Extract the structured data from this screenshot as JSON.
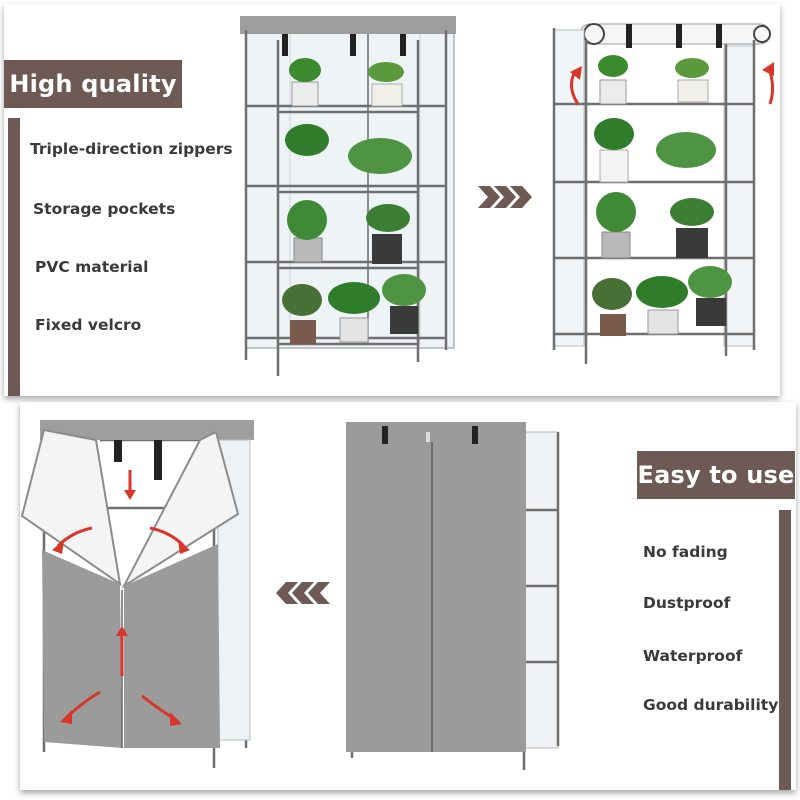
{
  "colors": {
    "accent": "#6d5a55",
    "text": "#3a3a3a",
    "frame": "#6f6f6f",
    "cover_gray": "#9b9b9b",
    "arrow_red": "#d8362a"
  },
  "top_section": {
    "badge": "High quality",
    "features": [
      "Triple-direction zippers",
      "Storage pockets",
      "PVC material",
      "Fixed velcro"
    ],
    "arrow_icon": "triple-chevron-right-icon"
  },
  "bottom_section": {
    "badge": "Easy to use",
    "features": [
      "No fading",
      "Dustproof",
      "Waterproof",
      "Good durability"
    ],
    "arrow_icon": "triple-chevron-left-icon"
  }
}
